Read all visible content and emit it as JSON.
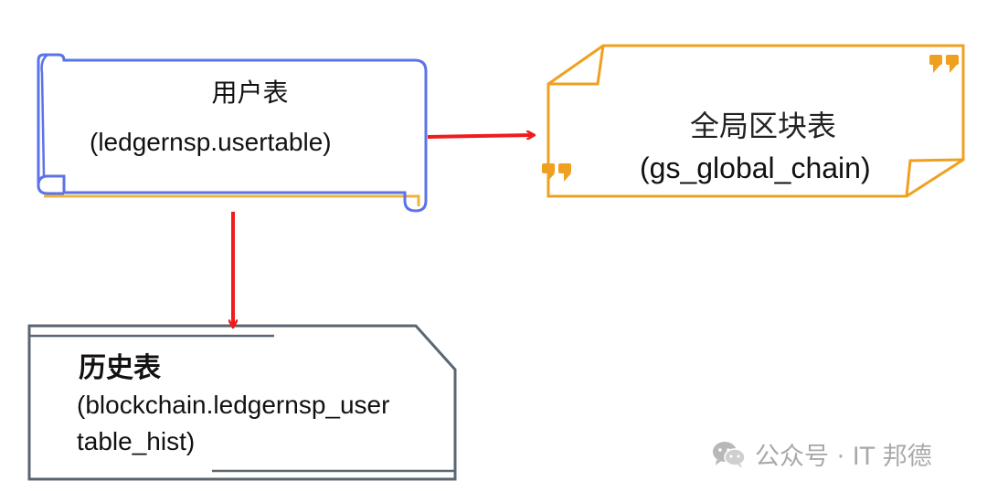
{
  "diagram": {
    "nodes": {
      "user_table": {
        "title": "用户表",
        "subtitle": "(ledgernsp.usertable)"
      },
      "global_chain": {
        "title": "全局区块表",
        "subtitle": "(gs_global_chain)"
      },
      "history_table": {
        "title": "历史表",
        "subtitle_line1": "(blockchain.ledgernsp_user",
        "subtitle_line2": "table_hist)"
      }
    },
    "edges": [
      {
        "from": "user_table",
        "to": "global_chain"
      },
      {
        "from": "user_table",
        "to": "history_table"
      }
    ],
    "colors": {
      "scroll_outline": "#5b73e8",
      "scroll_accent": "#f0b43c",
      "note_outline": "#f0a020",
      "quote_marks": "#f0a020",
      "card_outline": "#5a6670",
      "arrow": "#ee1c1c"
    }
  },
  "watermark": {
    "icon": "wechat-icon",
    "text": "公众号 · IT 邦德"
  }
}
